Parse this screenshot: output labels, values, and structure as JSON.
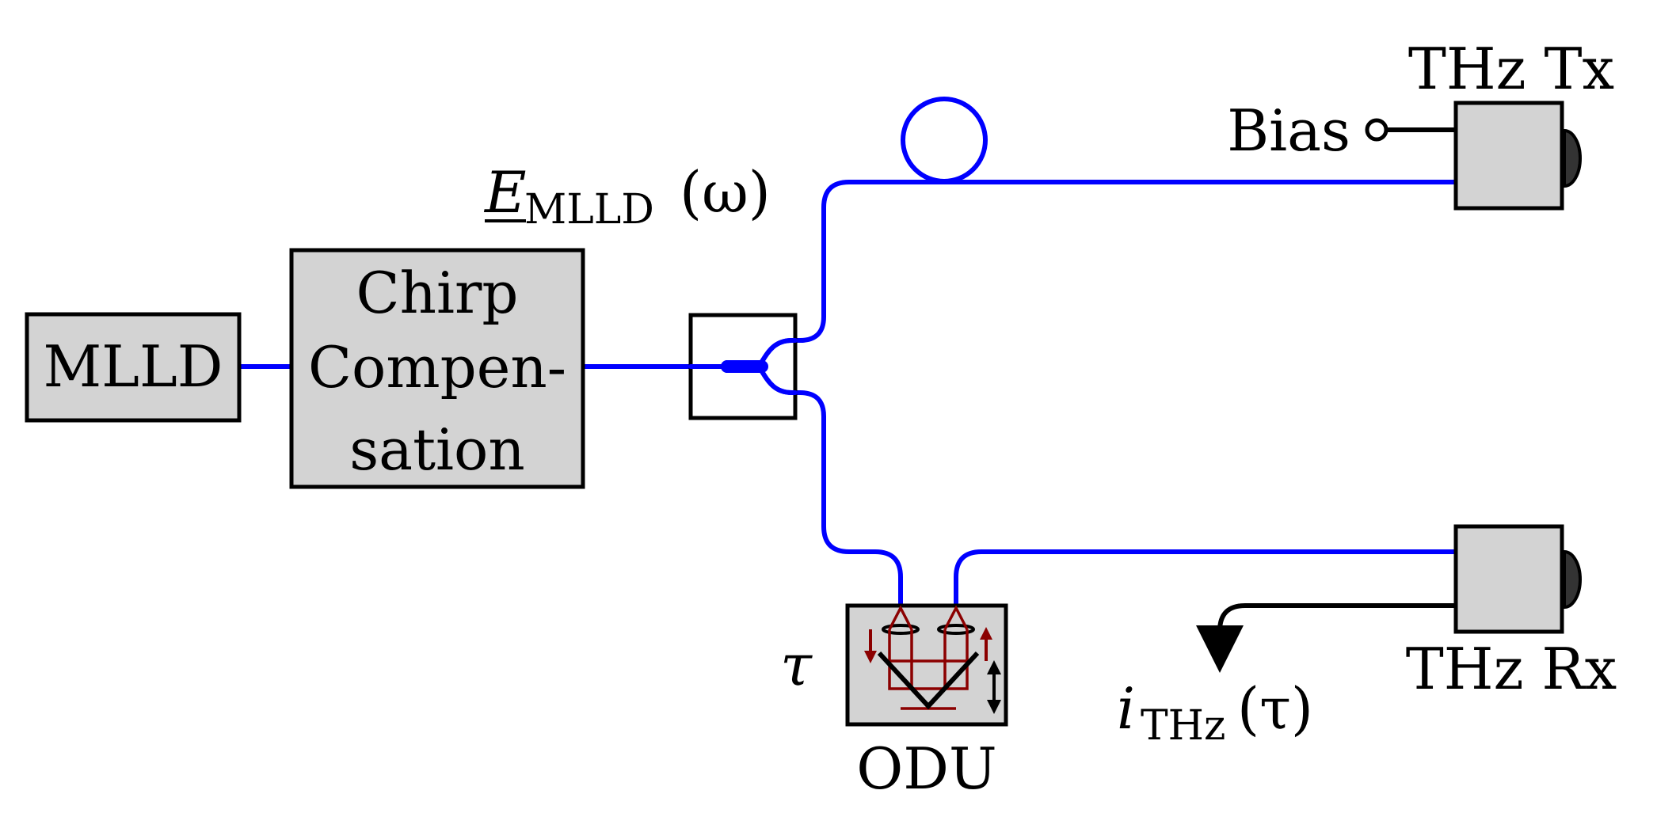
{
  "labels": {
    "mlld": "MLLD",
    "chirp_line1": "Chirp",
    "chirp_line2": "Compen-",
    "chirp_line3": "sation",
    "thz_tx": "THz Tx",
    "thz_rx": "THz Rx",
    "bias": "Bias",
    "odu": "ODU",
    "tau": "τ",
    "field_symbol": "E",
    "field_subscript": "MLLD",
    "field_argument": "(ω)",
    "current_symbol": "i",
    "current_subscript": "THz",
    "current_argument": "(τ)"
  },
  "colors": {
    "fiber": "#0000ff",
    "box_fill": "#d3d3d3",
    "ray": "#8b0000"
  }
}
